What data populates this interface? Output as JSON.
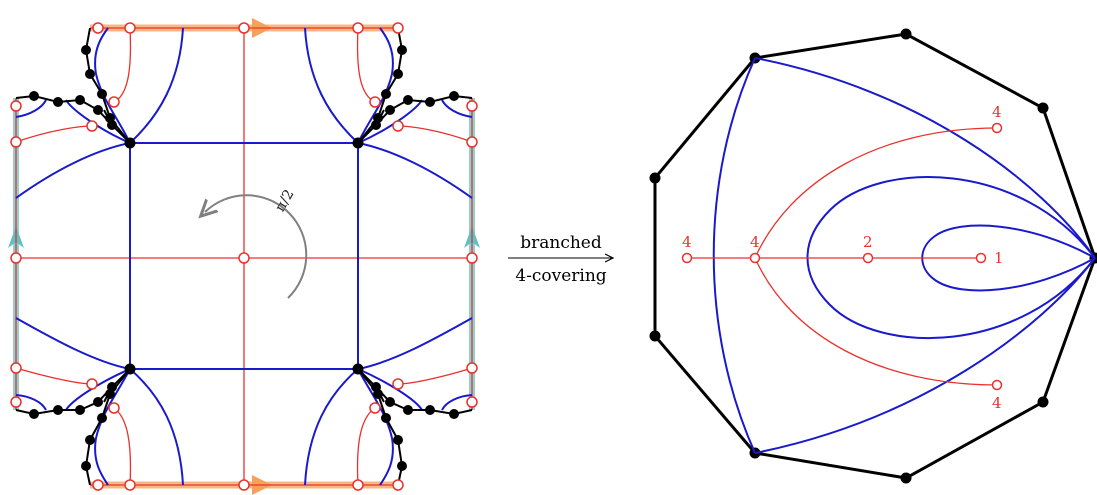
{
  "arrow": {
    "label_top": "branched",
    "label_bottom": "4-covering"
  },
  "rotation": {
    "label": "π/2"
  },
  "right_labels": {
    "center_right": "1",
    "center_mid": "2",
    "center_left": "4",
    "far_left": "4",
    "top": "4",
    "bottom": "4"
  },
  "colors": {
    "red": "#e8322c",
    "blue": "#1a1acc",
    "black": "#000000",
    "orange": "#f7a05a",
    "cyan": "#7cc9c9",
    "gray": "#808080"
  }
}
